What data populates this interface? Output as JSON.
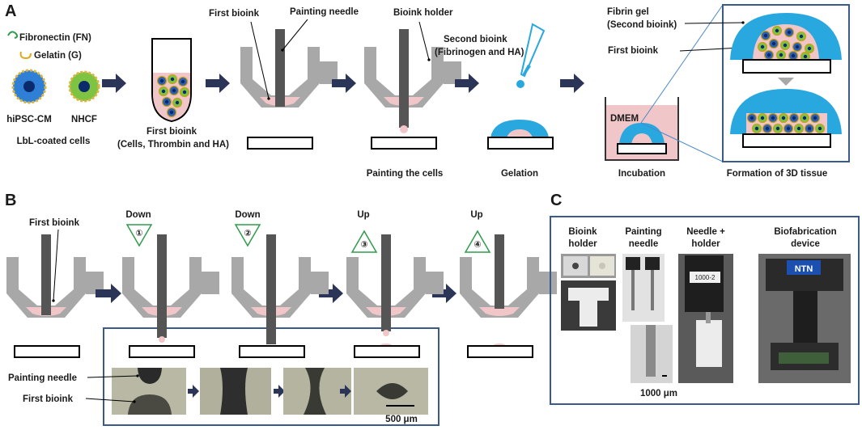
{
  "panels": {
    "a": "A",
    "b": "B",
    "c": "C"
  },
  "colors": {
    "bioink_pink": "#f1c6c8",
    "fibrin_blue": "#29a8e0",
    "holder_gray": "#a8a8a8",
    "needle_dark": "#555555",
    "arrow_navy": "#2a3557",
    "frame_blue": "#3a5a8c"
  },
  "panel_a": {
    "legend_fn": "Fibronectin (FN)",
    "legend_g": "Gelatin (G)",
    "cell_1": "hiPSC-CM",
    "cell_2": "NHCF",
    "lbl_coated": "LbL-coated cells",
    "tube_l1": "First bioink",
    "tube_l2": "(Cells, Thrombin and HA)",
    "first_bioink": "First bioink",
    "painting_needle": "Painting needle",
    "bioink_holder": "Bioink holder",
    "second_l1": "Second bioink",
    "second_l2": "(Fibrinogen and HA)",
    "painting_cells": "Painting the cells",
    "gelation": "Gelation",
    "dmem": "DMEM",
    "incubation": "Incubation",
    "fibrin_l1": "Fibrin gel",
    "fibrin_l2": "(Second bioink)",
    "first_bioink_2": "First bioink",
    "formation": "Formation of 3D tissue"
  },
  "panel_b": {
    "first_bioink": "First bioink",
    "steps": [
      {
        "dir": "Down",
        "num": "①"
      },
      {
        "dir": "Down",
        "num": "②"
      },
      {
        "dir": "Up",
        "num": "③"
      },
      {
        "dir": "Up",
        "num": "④"
      }
    ],
    "painting_needle": "Painting needle",
    "first_bioink_2": "First bioink",
    "scale": "500 μm"
  },
  "panel_c": {
    "col1_l1": "Bioink",
    "col1_l2": "holder",
    "col2_l1": "Painting",
    "col2_l2": "needle",
    "col3_l1": "Needle +",
    "col3_l2": "holder",
    "col4_l1": "Biofabrication",
    "col4_l2": "device",
    "needle_tag": "1000-2",
    "brand": "NTN",
    "scale": "1000 μm"
  }
}
